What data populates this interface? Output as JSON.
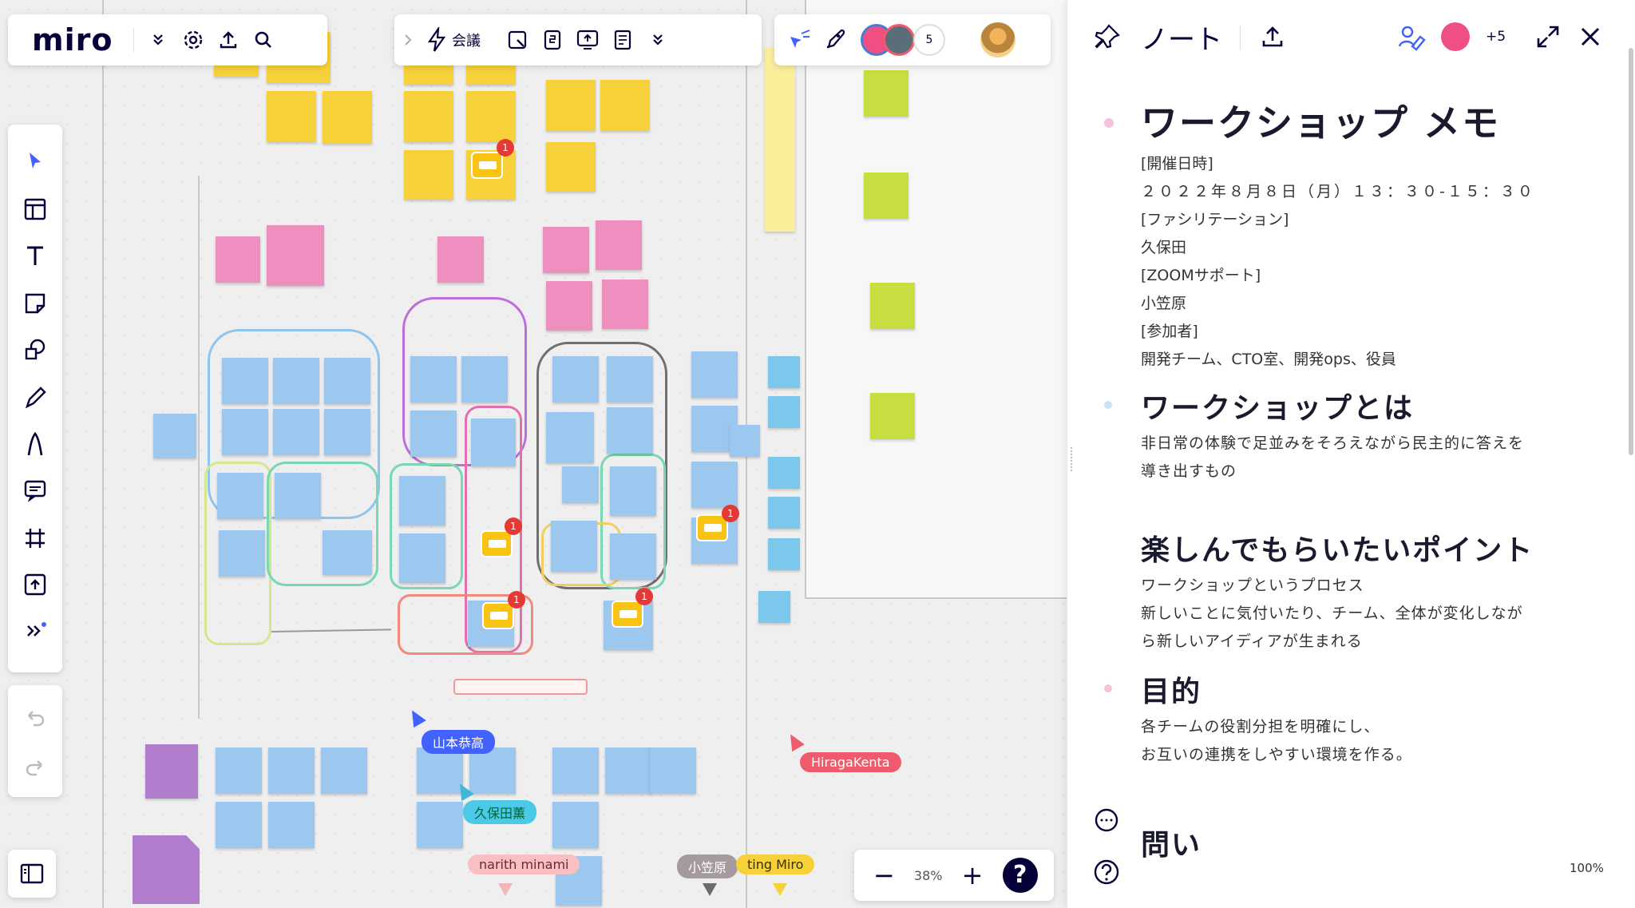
{
  "app": {
    "logo": "miro",
    "zoom": "38%",
    "help": "?",
    "colors": {
      "accent": "#4262ff",
      "ink": "#050038",
      "badge": "#e53935"
    }
  },
  "top_toolbar": {
    "meeting_label": "会議",
    "participants_more": "5",
    "icons": [
      "chevron-double-down-icon",
      "gear-icon",
      "upload-icon",
      "search-icon",
      "chevron-right-icon",
      "lightning-icon",
      "frame-icon",
      "number-icon",
      "screen-icon",
      "doc-icon",
      "cursor-icon",
      "rocket-icon"
    ]
  },
  "left_toolbar": {
    "tools": [
      "select-icon",
      "template-icon",
      "text-icon",
      "sticky-note-icon",
      "shapes-icon",
      "pen-icon",
      "marker-icon",
      "comment-icon",
      "frame-crop-icon",
      "upload-board-icon",
      "more-tools-icon"
    ],
    "undo_icon": "undo-icon",
    "redo_icon": "redo-icon"
  },
  "cursors": [
    {
      "name": "山本恭高",
      "color": "#4262ff"
    },
    {
      "name": "久保田薫",
      "color": "#3fb8d8"
    },
    {
      "name": "HiragaKenta",
      "color": "#ef5b6d"
    },
    {
      "name": "narith minami",
      "color": "#f5b5b8"
    },
    {
      "name": "小笠原",
      "color": "#a59aa0"
    },
    {
      "name": "ting Miro",
      "color": "#f7d13a"
    }
  ],
  "notes": {
    "header_title": "ノート",
    "more_count": "+5",
    "title": "ワークショップ メモ",
    "meta_lines": [
      "[開催日時]",
      "２０２２年８月８日（月）１３：３０-１５：３０",
      "[ファシリテーション]",
      "久保田",
      "[ZOOMサポート]",
      "小笠原",
      "[参加者]",
      "開発チーム、CTO室、開発ops、役員"
    ],
    "sections": [
      {
        "heading": "ワークショップとは",
        "text": [
          "非日常の体験で足並みをそろえながら民主的に答えを",
          "導き出すもの"
        ]
      },
      {
        "heading": "楽しんでもらいたいポイント",
        "text": [
          "ワークショップというプロセス",
          "新しいことに気付いたり、チーム、全体が変化しなが",
          "ら新しいアイディアが生まれる"
        ]
      },
      {
        "heading": "目的",
        "text": [
          "各チームの役割分担を明確にし、",
          "お互いの連携をしやすい環境を作る。"
        ]
      },
      {
        "heading": "問い",
        "text": []
      }
    ],
    "zoom_pct": "100%"
  }
}
